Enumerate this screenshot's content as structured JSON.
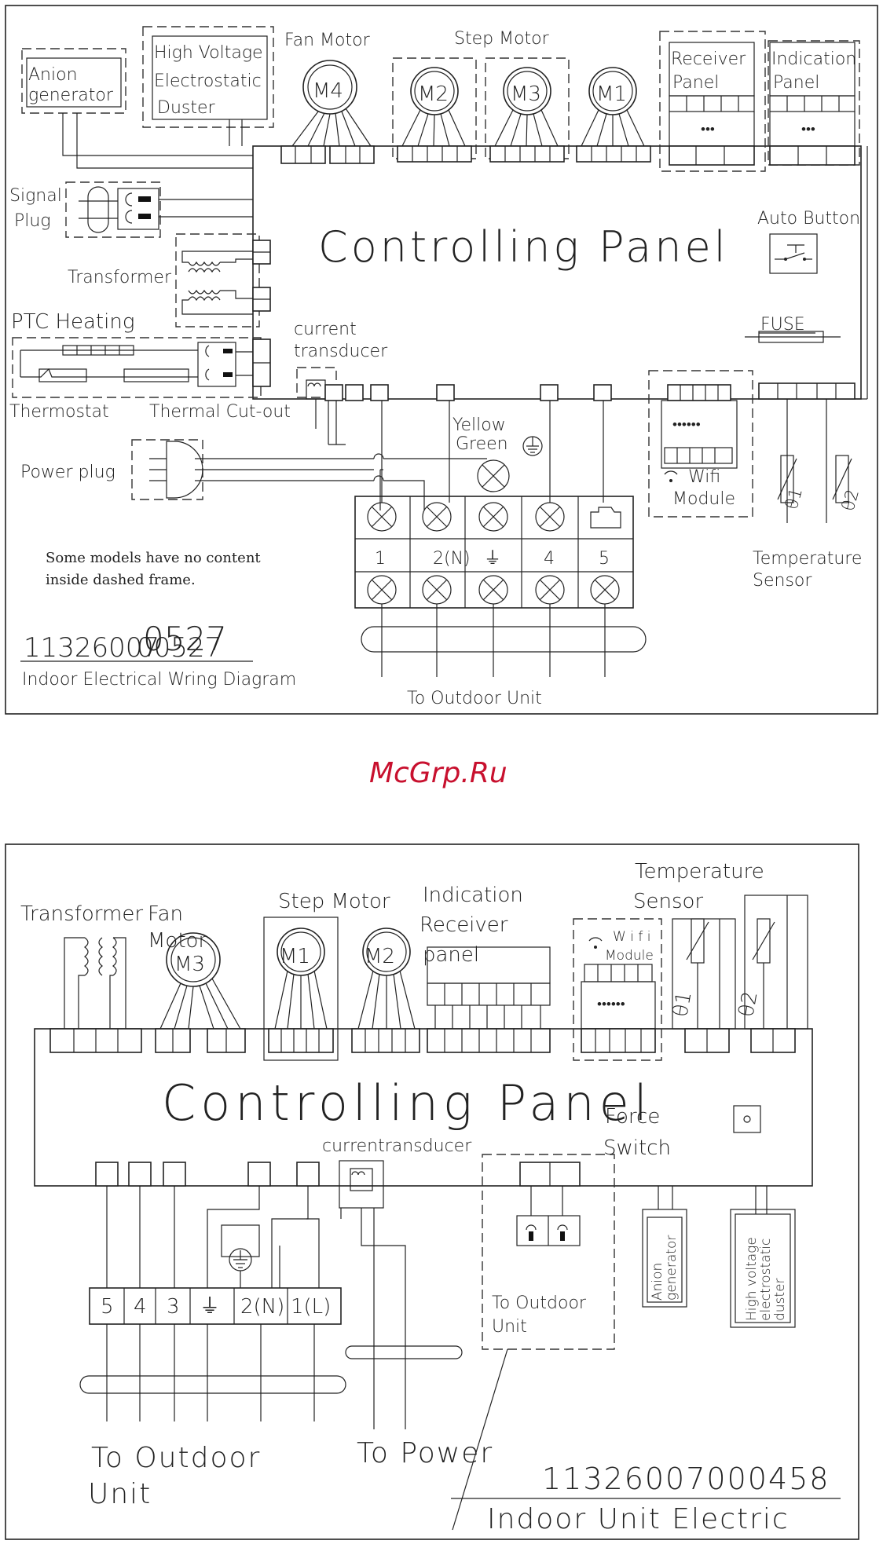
{
  "watermark": "McGrp.Ru",
  "diagram1": {
    "panel_title": "Controlling Panel",
    "anion_line1": "Anion",
    "anion_line2": "generator",
    "hv_line1": "High Voltage",
    "hv_line2": "Electrostatic",
    "hv_line3": "Duster",
    "fan_motor": "Fan Motor",
    "step_motor": "Step Motor",
    "m4": "M4",
    "m2": "M2",
    "m3": "M3",
    "m1": "M1",
    "receiver_line1": "Receiver",
    "receiver_line2": "Panel",
    "indication_line1": "Indication",
    "indication_line2": "Panel",
    "ellipsis": "•••",
    "signal_line1": "Signal",
    "signal_line2": "Plug",
    "transformer": "Transformer",
    "ptc_heating": "PTC Heating",
    "current_line1": "current",
    "current_line2": "transducer",
    "auto_button": "Auto Button",
    "fuse": "FUSE",
    "thermostat": "Thermostat",
    "thermal_cutout": "Thermal Cut-out",
    "yellow": "Yellow",
    "green": "Green",
    "power_plug": "Power plug",
    "wifi_line1": "Wifi",
    "wifi_line2": "Module",
    "wifi_dots": "••••••",
    "theta1": "θ1",
    "theta2": "θ2",
    "temp_line1": "Temperature",
    "temp_line2": "Sensor",
    "terminals": [
      "1",
      "2(N)",
      "⏚",
      "4",
      "5"
    ],
    "note_line1": "Some models have no content",
    "note_line2": "inside dashed frame.",
    "code_a": "11326007",
    "code_b": "00527",
    "code_c": "0527",
    "caption": "Indoor Electrical Wring Diagram",
    "to_outdoor": "To Outdoor Unit"
  },
  "diagram2": {
    "panel_title": "Controlling   Panel",
    "transformer": "Transformer",
    "fan": "Fan",
    "motor": "Motor",
    "m3": "M3",
    "step_motor": "Step  Motor",
    "m1": "M1",
    "m2": "M2",
    "indication": "Indication",
    "receiver": "Receiver",
    "panel": "panel",
    "temp_line1": "Temperature",
    "temp_line2": "Sensor",
    "wifi_line1": "W i f i",
    "wifi_line2": "Module",
    "wifi_dots": "••••••",
    "theta1": "θ1",
    "theta2": "θ2",
    "force_line1": "Force",
    "force_line2": "Switch",
    "current_transducer": "currentransducer",
    "anion_line1": "Anion",
    "anion_line2": "generator",
    "hv_line1": "High voltage",
    "hv_line2": "electrostatic",
    "hv_line3": "duster",
    "to_outdoor_small_line1": "To Outdoor",
    "to_outdoor_small_line2": "Unit",
    "terminals": [
      "5",
      "4",
      "3",
      "⏚",
      "2(N)",
      "1(L)"
    ],
    "to_outdoor_line1": "To  Outdoor",
    "to_outdoor_line2": "Unit",
    "to_power": "To  Power",
    "code": "11326007000458",
    "caption": "Indoor Unit Electric"
  }
}
